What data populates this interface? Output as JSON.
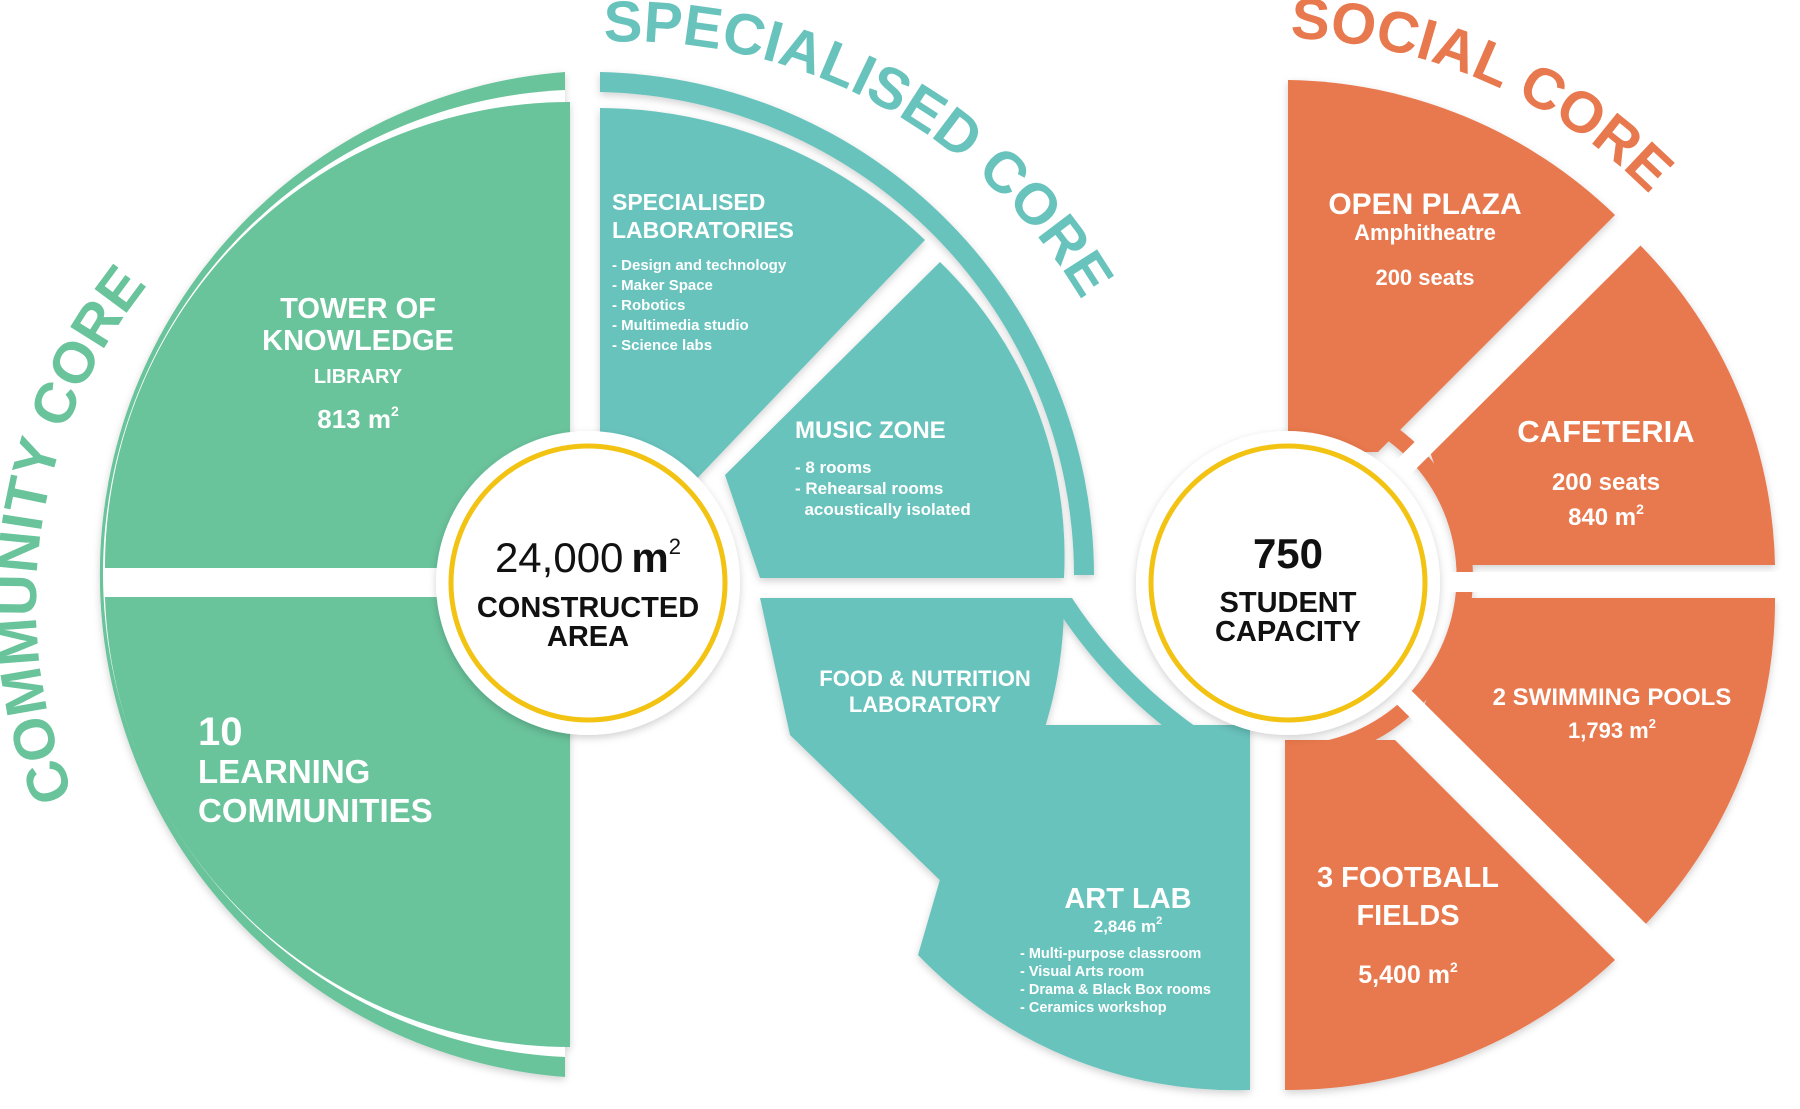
{
  "colors": {
    "community": "#69C39B",
    "specialised": "#69C3BD",
    "social": "#E8784E",
    "ring": "#F2C312"
  },
  "cores": {
    "community": "COMMUNITY CORE",
    "specialised": "SPECIALISED CORE",
    "social": "SOCIAL CORE"
  },
  "centers": {
    "left": {
      "value": "24,000",
      "unit": "m",
      "sup": "2",
      "line1": "CONSTRUCTED",
      "line2": "AREA"
    },
    "right": {
      "value": "750",
      "line1": "STUDENT",
      "line2": "CAPACITY"
    }
  },
  "community": {
    "tower": {
      "title1": "TOWER OF",
      "title2": "KNOWLEDGE",
      "sub": "LIBRARY",
      "area": "813 m",
      "sup": "2"
    },
    "learning": {
      "num": "10",
      "line1": "LEARNING",
      "line2": "COMMUNITIES"
    }
  },
  "specialised": {
    "labs": {
      "title1": "SPECIALISED",
      "title2": "LABORATORIES",
      "items": [
        "- Design and technology",
        "- Maker Space",
        "- Robotics",
        "- Multimedia studio",
        "- Science labs"
      ]
    },
    "music": {
      "title": "MUSIC ZONE",
      "items": [
        "- 8 rooms",
        "- Rehearsal rooms",
        "  acoustically isolated"
      ]
    },
    "food": {
      "title1": "FOOD & NUTRITION",
      "title2": "LABORATORY"
    },
    "art": {
      "title": "ART LAB",
      "area": "2,846 m",
      "sup": "2",
      "items": [
        "- Multi-purpose classroom",
        "- Visual Arts room",
        "- Drama & Black Box rooms",
        "- Ceramics workshop"
      ]
    }
  },
  "social": {
    "plaza": {
      "title": "OPEN PLAZA",
      "sub": "Amphitheatre",
      "seats": "200 seats"
    },
    "cafeteria": {
      "title": "CAFETERIA",
      "seats": "200 seats",
      "area": "840 m",
      "sup": "2"
    },
    "pools": {
      "title": "2 SWIMMING POOLS",
      "area": "1,793 m",
      "sup": "2"
    },
    "football": {
      "title1": "3 FOOTBALL",
      "title2": "FIELDS",
      "area": "5,400 m",
      "sup": "2"
    }
  }
}
